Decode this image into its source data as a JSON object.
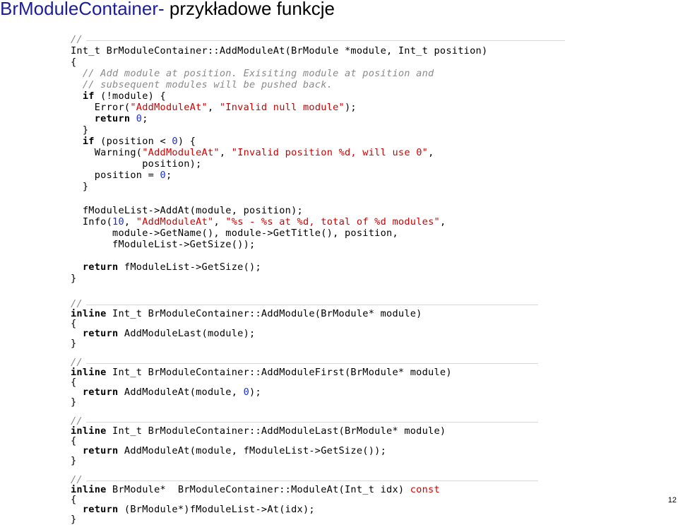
{
  "slide": {
    "title_part1": "BrModuleContainer-",
    "title_part2": " przykładowe funkcje",
    "page_number": "12"
  },
  "code": {
    "block1": {
      "l0": "//",
      "l1": "Int_t BrModuleContainer::AddModuleAt(BrModule *module, Int_t position)",
      "l2": "{",
      "l3": "  // Add module at position. Exisiting module at position and",
      "l4": "  // subsequent modules will be pushed back.",
      "l5a": "  ",
      "l5k": "if",
      "l5b": " (!module) {",
      "l6a": "    Error(",
      "l6s1": "\"AddModuleAt\"",
      "l6b": ", ",
      "l6s2": "\"Invalid null module\"",
      "l6c": ");",
      "l7a": "    ",
      "l7k": "return",
      "l7b": " ",
      "l7n": "0",
      "l7c": ";",
      "l8": "  }",
      "l9a": "  ",
      "l9k": "if",
      "l9b": " (position < ",
      "l9n": "0",
      "l9c": ") {",
      "l10a": "    Warning(",
      "l10s1": "\"AddModuleAt\"",
      "l10b": ", ",
      "l10s2": "\"Invalid position %d, will use 0\"",
      "l10c": ",",
      "l11": "            position);",
      "l12a": "    position = ",
      "l12n": "0",
      "l12c": ";",
      "l13": "  }",
      "l14": "  fModuleList->AddAt(module, position);",
      "l15a": "  Info(",
      "l15n": "10",
      "l15b": ", ",
      "l15s1": "\"AddModuleAt\"",
      "l15c": ", ",
      "l15s2": "\"%s - %s at %d, total of %d modules\"",
      "l15d": ",",
      "l16": "       module->GetName(), module->GetTitle(), position,",
      "l17": "       fModuleList->GetSize());",
      "l18a": "  ",
      "l18k": "return",
      "l18b": " fModuleList->GetSize();",
      "l19": "}"
    },
    "block2": {
      "l0": "//",
      "l1k": "inline",
      "l1b": " Int_t BrModuleContainer::AddModule(BrModule* module)",
      "l2": "{",
      "l3a": "  ",
      "l3k": "return",
      "l3b": " AddModuleLast(module);",
      "l4": "}"
    },
    "block3": {
      "l0": "//",
      "l1k": "inline",
      "l1b": " Int_t BrModuleContainer::AddModuleFirst(BrModule* module)",
      "l2": "{",
      "l3a": "  ",
      "l3k": "return",
      "l3b": " AddModuleAt(module, ",
      "l3n": "0",
      "l3c": ");",
      "l4": "}"
    },
    "block4": {
      "l0": "//",
      "l1k": "inline",
      "l1b": " Int_t BrModuleContainer::AddModuleLast(BrModule* module)",
      "l2": "{",
      "l3a": "  ",
      "l3k": "return",
      "l3b": " AddModuleAt(module, fModuleList->GetSize());",
      "l4": "}"
    },
    "block5": {
      "l0": "//",
      "l1k": "inline",
      "l1b": " BrModule*  BrModuleContainer::ModuleAt(Int_t idx) ",
      "l1s": "const",
      "l2": "{",
      "l3a": "  ",
      "l3k": "return",
      "l3b": " (BrModule*)fModuleList->At(idx);",
      "l4": "}"
    }
  }
}
